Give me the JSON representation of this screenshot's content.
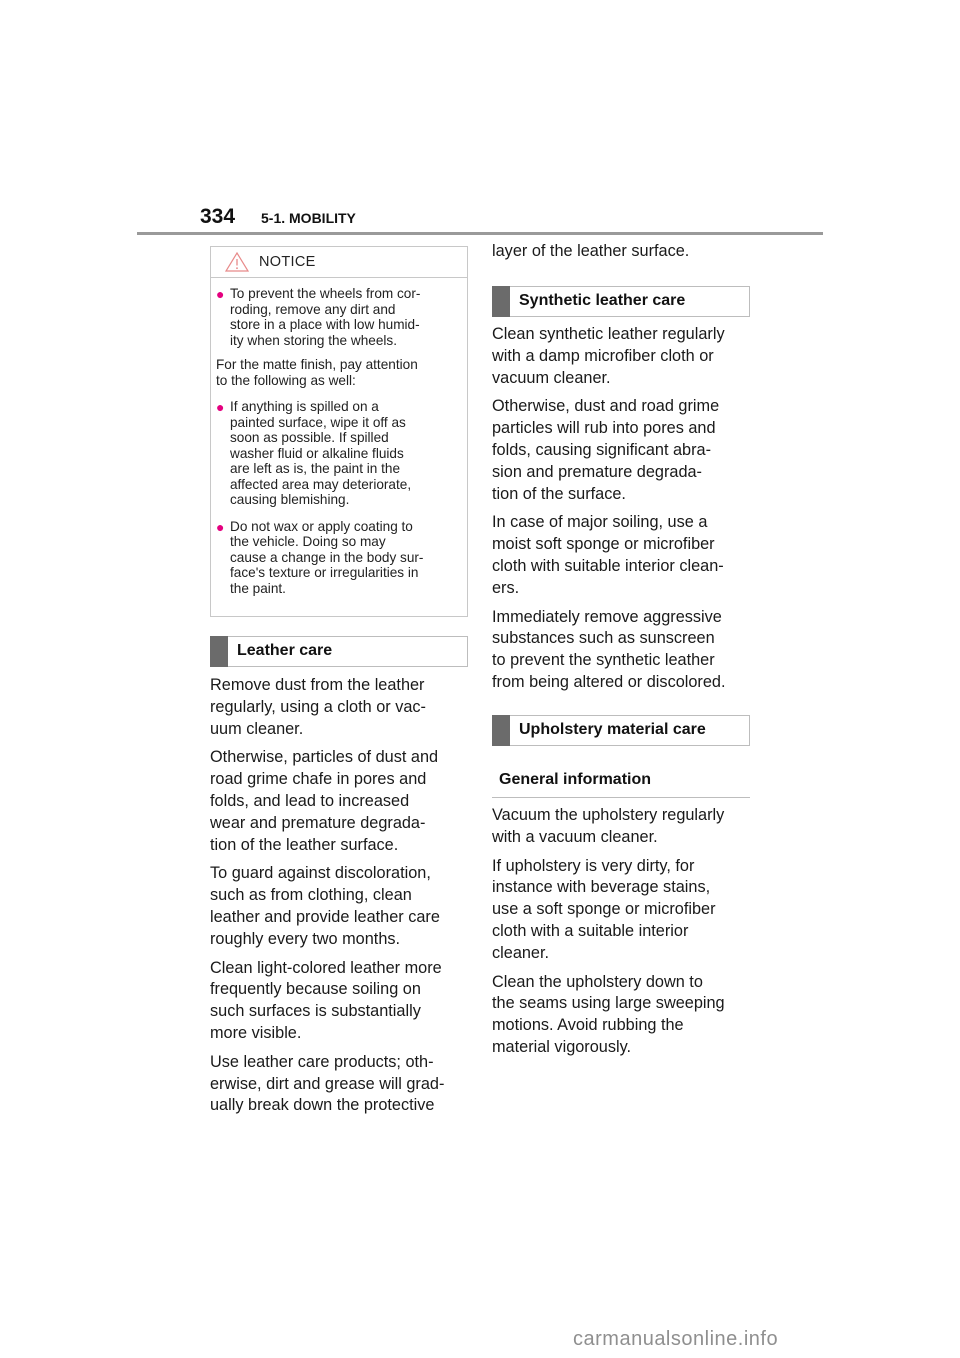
{
  "header": {
    "page_number": "334",
    "section": "5-1. MOBILITY"
  },
  "notice": {
    "title": "NOTICE",
    "bullet_1": [
      "To prevent the wheels from cor-",
      "roding, remove any dirt and",
      "store in a place with low humid-",
      "ity when storing the wheels."
    ],
    "intro": [
      "For the matte finish, pay attention",
      "to the following as well:"
    ],
    "bullet_2": [
      "If anything is spilled on a",
      "painted surface, wipe it off as",
      "soon as possible. If spilled",
      "washer fluid or alkaline fluids",
      "are left as is, the paint in the",
      "affected area may deteriorate,",
      "causing blemishing."
    ],
    "bullet_3": [
      "Do not wax or apply coating to",
      "the vehicle. Doing so may",
      "cause a change in the body sur-",
      "face's texture or irregularities in",
      "the paint."
    ]
  },
  "leather": {
    "heading": "Leather care",
    "paragraphs": [
      [
        "Remove dust from the leather",
        "regularly, using a cloth or vac-",
        "uum cleaner."
      ],
      [
        "Otherwise, particles of dust and",
        "road grime chafe in pores and",
        "folds, and lead to increased",
        "wear and premature degrada-",
        "tion of the leather surface."
      ],
      [
        "To guard against discoloration,",
        "such as from clothing, clean",
        "leather and provide leather care",
        "roughly every two months."
      ],
      [
        "Clean light-colored leather more",
        "frequently because soiling on",
        "such surfaces is substantially",
        "more visible."
      ],
      [
        "Use leather care products; oth-",
        "erwise, dirt and grease will grad-",
        "ually break down the protective"
      ]
    ],
    "continued": "layer of the leather surface."
  },
  "synthetic": {
    "heading": "Synthetic leather care",
    "paragraphs": [
      [
        "Clean synthetic leather regularly",
        "with a damp microfiber cloth or",
        "vacuum cleaner."
      ],
      [
        "Otherwise, dust and road grime",
        "particles will rub into pores and",
        "folds, causing significant abra-",
        "sion and premature degrada-",
        "tion of the surface."
      ],
      [
        "In case of major soiling, use a",
        "moist soft sponge or microfiber",
        "cloth with suitable interior clean-",
        "ers."
      ],
      [
        "Immediately remove aggressive",
        "substances such as sunscreen",
        "to prevent the synthetic leather",
        "from being altered or discolored."
      ]
    ]
  },
  "upholstery": {
    "heading": "Upholstery material care",
    "subheading": "General information",
    "paragraphs": [
      [
        "Vacuum the upholstery regularly",
        "with a vacuum cleaner."
      ],
      [
        "If upholstery is very dirty, for",
        "instance with beverage stains,",
        "use a soft sponge or microfiber",
        "cloth with a suitable interior",
        "cleaner."
      ],
      [
        "Clean the upholstery down to",
        "the seams using large sweeping",
        "motions. Avoid rubbing the",
        "material vigorously."
      ]
    ]
  },
  "watermark": "carmanualsonline.info",
  "colors": {
    "bullet": "#e4007f",
    "heading_tab": "#6b6b6b",
    "rule": "#9a9a9a"
  }
}
